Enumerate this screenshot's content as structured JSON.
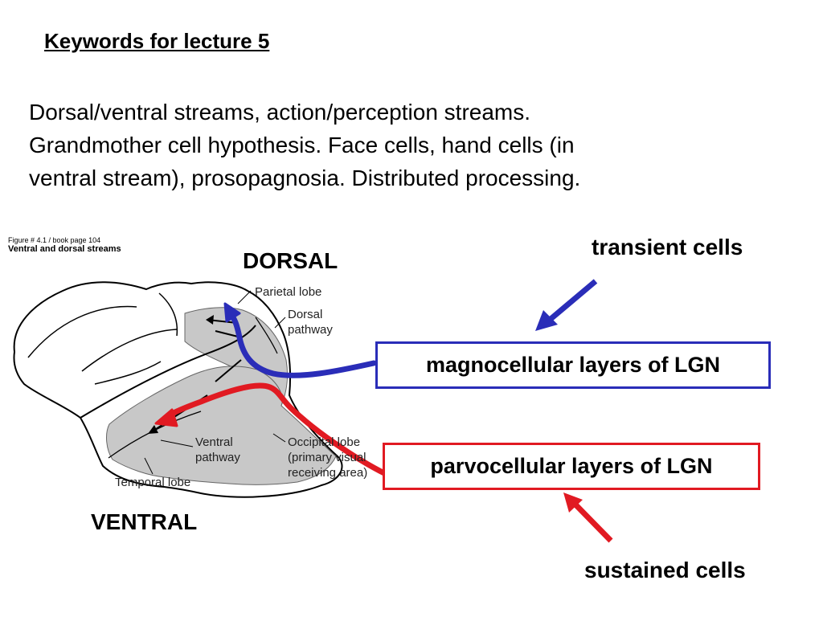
{
  "title": "Keywords for lecture 5",
  "paragraph": {
    "lines": [
      "Dorsal/ventral streams, action/perception streams.",
      "Grandmother cell hypothesis. Face cells, hand cells (in",
      "ventral stream), prosopagnosia. Distributed processing."
    ]
  },
  "figure": {
    "caption": "Figure # 4.1 / book page 104",
    "title": "Ventral and dorsal streams",
    "labels": {
      "parietal_lobe": "Parietal lobe",
      "dorsal_pathway": [
        "Dorsal",
        "pathway"
      ],
      "ventral_pathway": [
        "Ventral",
        "pathway"
      ],
      "occipital_lobe": [
        "Occipital lobe",
        "(primary visual",
        "receiving area)"
      ],
      "temporal_lobe": "Temporal lobe"
    }
  },
  "stream_labels": {
    "dorsal": "DORSAL",
    "ventral": "VENTRAL"
  },
  "boxes": {
    "magnocellular": "magnocellular layers of LGN",
    "parvocellular": "parvocellular layers of LGN"
  },
  "cell_labels": {
    "transient": "transient cells",
    "sustained": "sustained cells"
  },
  "colors": {
    "magno_blue": "#2a2db8",
    "parvo_red": "#e11a22",
    "brain_gray": "#c8c8c8"
  }
}
